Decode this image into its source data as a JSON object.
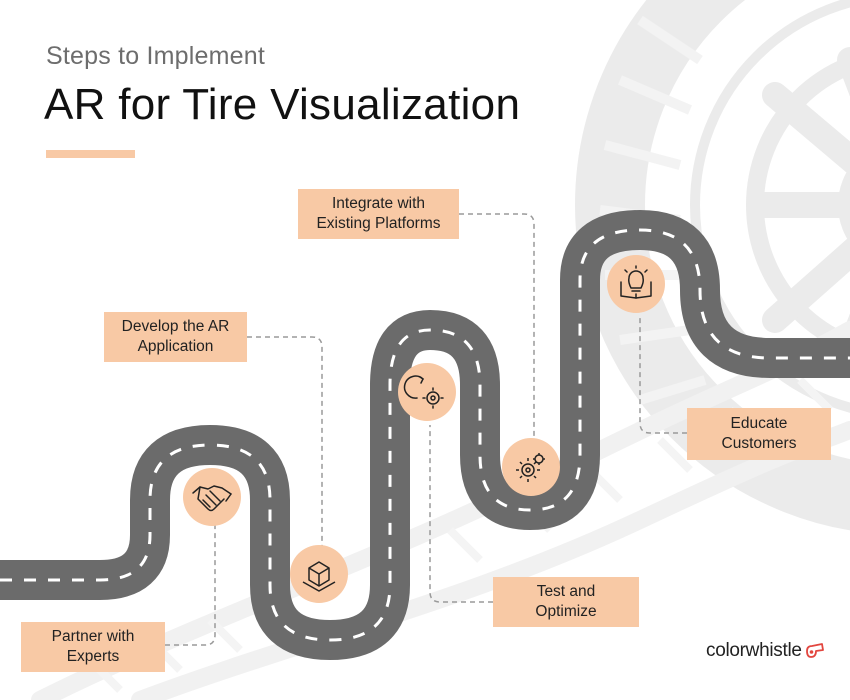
{
  "header": {
    "subtitle": "Steps to Implement",
    "title": "AR for Tire Visualization"
  },
  "steps": [
    {
      "line1": "Partner with",
      "line2": "Experts",
      "icon": "handshake-icon"
    },
    {
      "line1": "Develop the AR",
      "line2": "Application",
      "icon": "cube-icon"
    },
    {
      "line1": "Test and",
      "line2": "Optimize",
      "icon": "settings-cycle-icon"
    },
    {
      "line1": "Integrate with",
      "line2": "Existing Platforms",
      "icon": "gears-icon"
    },
    {
      "line1": "Educate",
      "line2": "Customers",
      "icon": "lightbulb-book-icon"
    }
  ],
  "brand": {
    "name": "colorwhistle"
  },
  "colors": {
    "accent": "#f8c9a5",
    "road": "#6b6b6b",
    "road_marking": "#ffffff",
    "title": "#111111",
    "subtitle": "#6d6d6d",
    "tire_background": "#e6e6e6"
  }
}
